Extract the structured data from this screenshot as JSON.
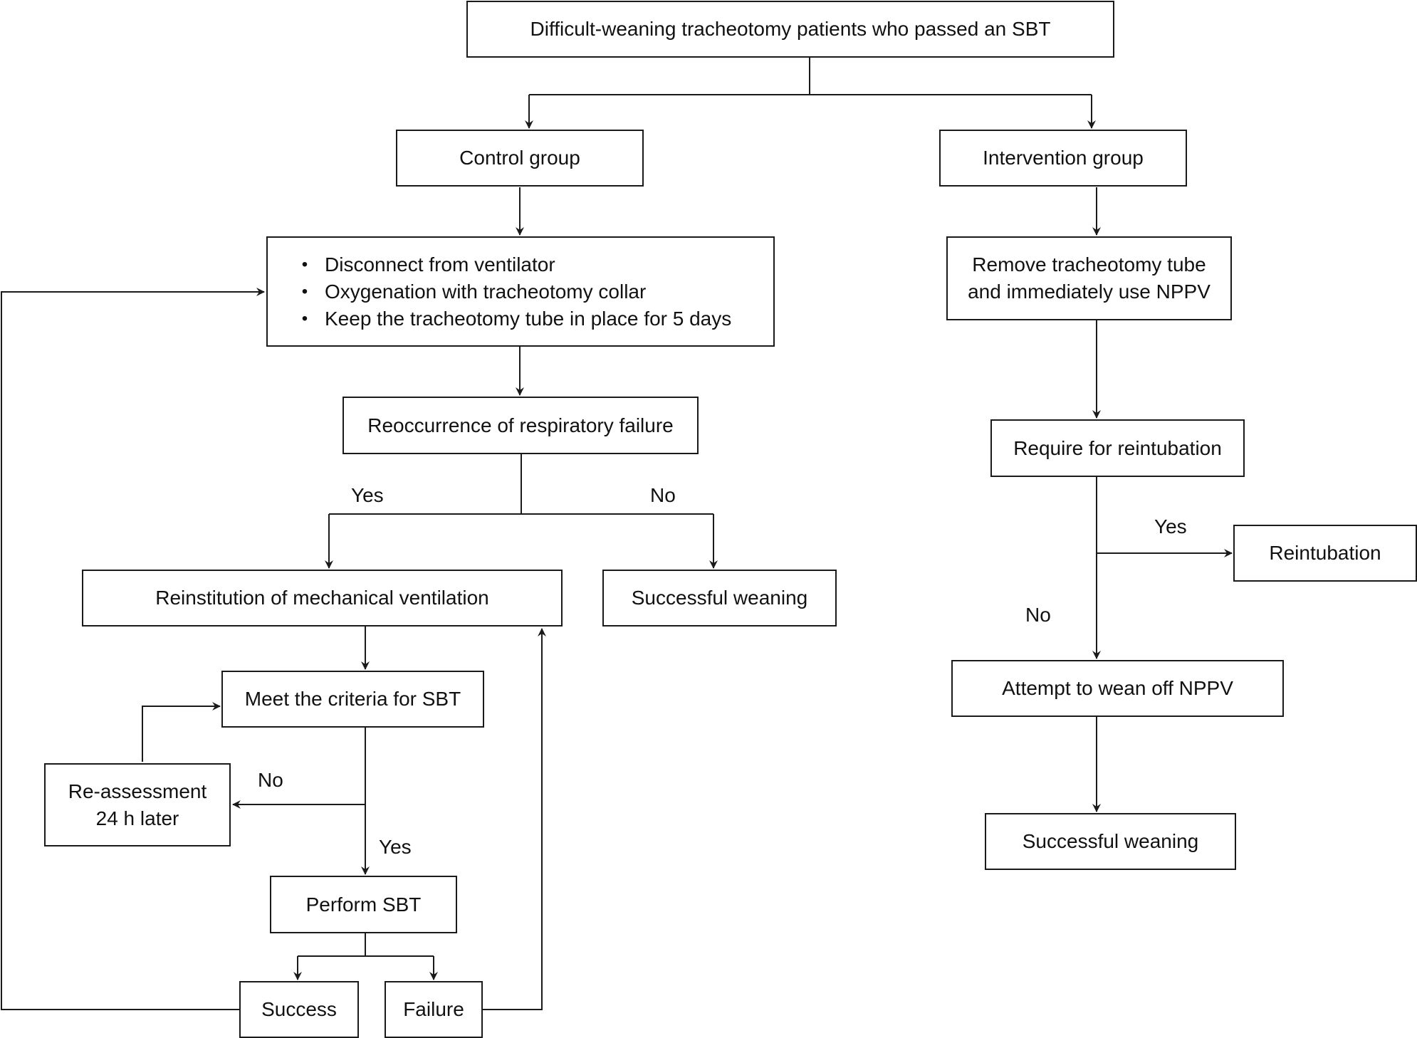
{
  "boxes": {
    "start": "Difficult-weaning tracheotomy patients who passed an SBT",
    "control_group": "Control group",
    "intervention_group": "Intervention group",
    "control_steps": [
      "Disconnect from ventilator",
      "Oxygenation with tracheotomy collar",
      "Keep the tracheotomy tube in place for 5 days"
    ],
    "bullet_symbol": "•",
    "reoccurrence": "Reoccurrence of respiratory failure",
    "reinstitution": "Reinstitution of mechanical ventilation",
    "successful_weaning_control": "Successful weaning",
    "meet_criteria": "Meet the criteria for SBT",
    "reassessment": [
      "Re-assessment",
      "24 h later"
    ],
    "perform_sbt": "Perform SBT",
    "success": "Success",
    "failure": "Failure",
    "remove_tube": [
      "Remove tracheotomy tube",
      "and immediately use NPPV"
    ],
    "require_reintubation": "Require for reintubation",
    "reintubation": "Reintubation",
    "attempt_wean": "Attempt to wean off NPPV",
    "successful_weaning_intervention": "Successful weaning"
  },
  "labels": {
    "yes_reoccurrence": "Yes",
    "no_reoccurrence": "No",
    "no_criteria": "No",
    "yes_criteria": "Yes",
    "yes_reintubation": "Yes",
    "no_reintubation": "No"
  },
  "colors": {
    "line": "#1a1a1a",
    "text": "#111111",
    "background": "#ffffff"
  }
}
